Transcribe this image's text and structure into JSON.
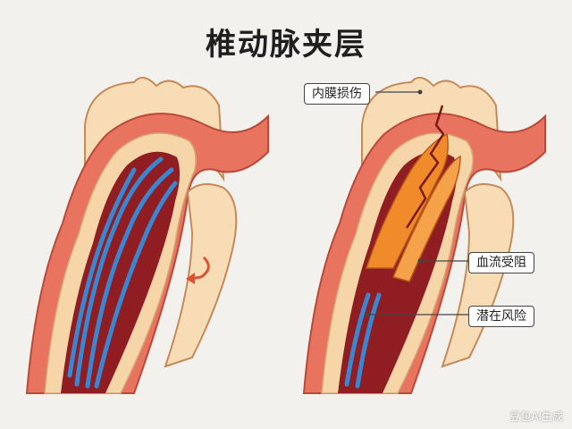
{
  "title": "椎动脉夹层",
  "labels": {
    "intima_damage": "内膜损伤",
    "blood_flow_blocked": "血流受阻",
    "latent_risk": "潜在风险"
  },
  "watermark": "豆包AI生成",
  "colors": {
    "background": "#f3f1ee",
    "outer_wall": "#e8735f",
    "outer_wall_dark": "#c9503f",
    "media": "#f6d6a8",
    "lumen": "#8f1d22",
    "blood_flow": "#3a86d1",
    "dissection": "#f08a2b",
    "bone": "#f7dcb6"
  }
}
